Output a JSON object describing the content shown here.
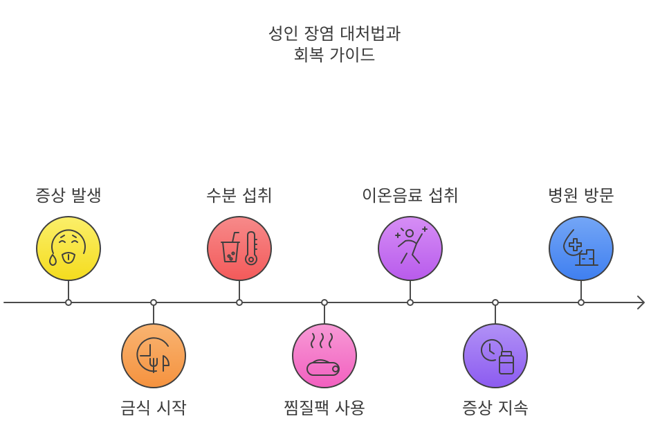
{
  "title": {
    "line1": "성인 장염 대처법과",
    "line2": "회복 가이드"
  },
  "colors": {
    "line": "#4a4a4a",
    "outline": "#3f3f3f"
  },
  "steps": [
    {
      "label": "증상 발생",
      "icon": "sick-face-icon",
      "fill": "#f8e53a",
      "position": "top"
    },
    {
      "label": "금식 시작",
      "icon": "fasting-plate-icon",
      "fill": "#f7a055",
      "position": "bottom"
    },
    {
      "label": "수분 섭취",
      "icon": "drink-thermometer-icon",
      "fill": "#f56b6b",
      "position": "top"
    },
    {
      "label": "찜질팩 사용",
      "icon": "heat-pack-icon",
      "fill": "#f574c8",
      "position": "bottom"
    },
    {
      "label": "이온음료 섭취",
      "icon": "energetic-person-icon",
      "fill": "#c66ef0",
      "position": "top"
    },
    {
      "label": "증상 지속",
      "icon": "clock-medicine-icon",
      "fill": "#9a6ef2",
      "position": "bottom"
    },
    {
      "label": "병원 방문",
      "icon": "hospital-icon",
      "fill": "#4f8df2",
      "position": "top"
    }
  ]
}
